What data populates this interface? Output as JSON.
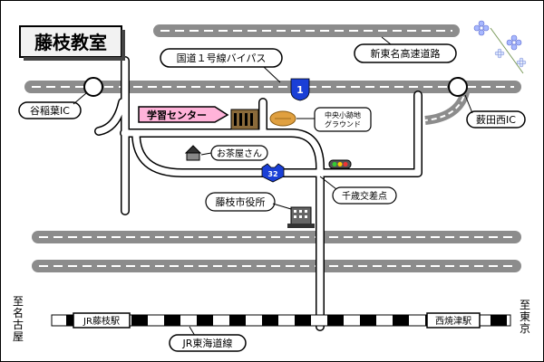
{
  "title": "藤枝教室",
  "roads": {
    "bypass": "国道１号線バイパス",
    "expressway": "新東名高速道路",
    "route1_number": "1",
    "route32_number": "32"
  },
  "interchanges": {
    "west": "谷稲葉IC",
    "east": "薮田西IC"
  },
  "places": {
    "learning_center": "学習センター",
    "ground": "中央小跡地\nグラウンド",
    "tea_shop": "お茶屋さん",
    "intersection": "千歳交差点",
    "city_hall": "藤枝市役所"
  },
  "railway": {
    "line": "JR東海道線",
    "station_west": "JR藤枝駅",
    "station_east": "西焼津駅",
    "dir_west": "至名古屋",
    "dir_east": "至東京"
  },
  "colors": {
    "road": "#8c8c8c",
    "route_shield": "#1a3fd6",
    "callout_pink": "#ffb3d9",
    "flower": "#a8b8ff"
  }
}
